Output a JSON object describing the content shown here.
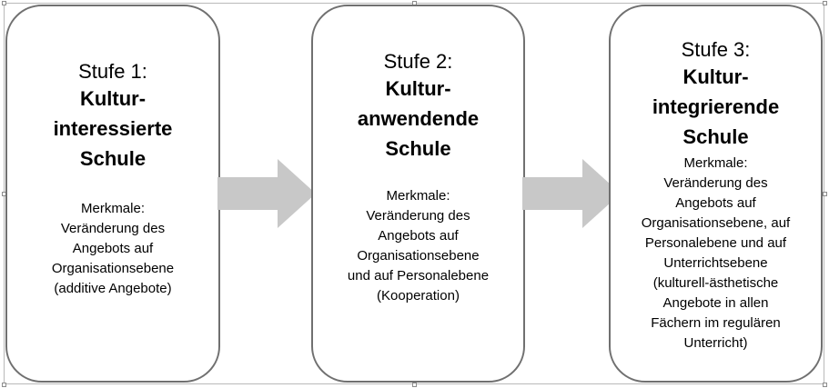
{
  "stages": [
    {
      "label": "Stufe 1:",
      "name_lines": [
        "Kultur-",
        "interessierte",
        "Schule"
      ],
      "merkmale_label": "Merkmale:",
      "desc_lines": [
        "Veränderung des",
        "Angebots auf",
        "Organisationsebene",
        "(additive Angebote)"
      ]
    },
    {
      "label": "Stufe 2:",
      "name_lines": [
        "Kultur-",
        "anwendende",
        "Schule"
      ],
      "merkmale_label": "Merkmale:",
      "desc_lines": [
        "Veränderung des",
        "Angebots auf",
        "Organisationsebene",
        "und auf Personalebene",
        "(Kooperation)"
      ]
    },
    {
      "label": "Stufe 3:",
      "name_lines": [
        "Kultur-",
        "integrierende",
        "Schule"
      ],
      "merkmale_label": "Merkmale:",
      "desc_lines": [
        "Veränderung des",
        "Angebots auf",
        "Organisationsebene, auf",
        "Personalebene und auf",
        "Unterrichtsebene",
        "(kulturell-ästhetische",
        "Angebote in allen",
        "Fächern im regulären",
        "Unterricht)"
      ]
    }
  ],
  "colors": {
    "box_border": "#707070",
    "arrow_fill": "#c8c8c8",
    "frame_border": "#b9b9b9"
  }
}
